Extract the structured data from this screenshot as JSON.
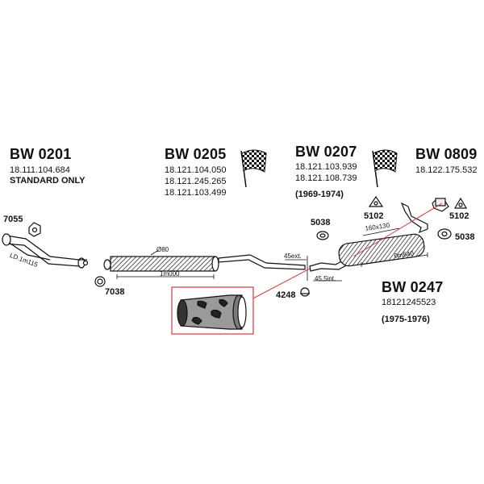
{
  "parts": {
    "bw0201": {
      "code": "BW 0201",
      "numbers": [
        "18.111.104.684"
      ],
      "note": "STANDARD ONLY"
    },
    "bw0205": {
      "code": "BW 0205",
      "numbers": [
        "18.121.104.050",
        "18.121.245.265",
        "18.121.103.499"
      ]
    },
    "bw0207": {
      "code": "BW 0207",
      "numbers": [
        "18.121.103.939",
        "18.121.108.739"
      ],
      "note": "(1969-1974)"
    },
    "bw0809": {
      "code": "BW 0809",
      "numbers": [
        "18.122.175.532"
      ]
    },
    "bw0247": {
      "code": "BW 0247",
      "numbers": [
        "18121245523"
      ],
      "note": "(1975-1976)"
    }
  },
  "accessories": {
    "a7055": "7055",
    "a7038": "7038",
    "a5038_top": "5038",
    "a5102_left": "5102",
    "a5102_right": "5102",
    "a5038_right": "5038",
    "a4248": "4248"
  },
  "dimensions": {
    "front_pipe_length": "LD.1m115",
    "tube_diameter": "Ø80",
    "middle_length": "1m000",
    "ext_diameter": "45ext.",
    "int_diameter": "45,5int.",
    "muffler_size": "160x130",
    "muffler_length": "0m540"
  },
  "colors": {
    "leader": "#d23a3a",
    "ink": "#111111"
  }
}
